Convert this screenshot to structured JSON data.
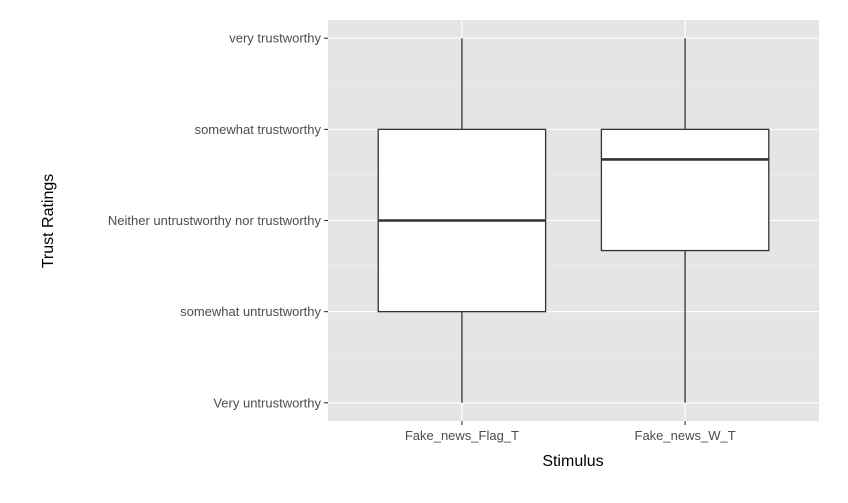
{
  "chart_data": {
    "type": "boxplot",
    "xlabel": "Stimulus",
    "ylabel": "Trust Ratings",
    "categories": [
      "Fake_news_Flag_T",
      "Fake_news_W_T"
    ],
    "y_levels": [
      "Very untrustworthy",
      "somewhat untrustworthy",
      "Neither untrustworthy nor trustworthy",
      "somewhat trustworthy",
      "very trustworthy"
    ],
    "ylim": [
      0.8,
      5.2
    ],
    "boxes": [
      {
        "category": "Fake_news_Flag_T",
        "min": 1,
        "q1": 2,
        "median": 3,
        "q3": 4,
        "max": 5
      },
      {
        "category": "Fake_news_W_T",
        "min": 1,
        "q1": 2.67,
        "median": 3.67,
        "q3": 4,
        "max": 5
      }
    ],
    "grid": true,
    "panel_background": "#e5e5e5",
    "box_fill": "#ffffff",
    "line_color": "#333333"
  }
}
